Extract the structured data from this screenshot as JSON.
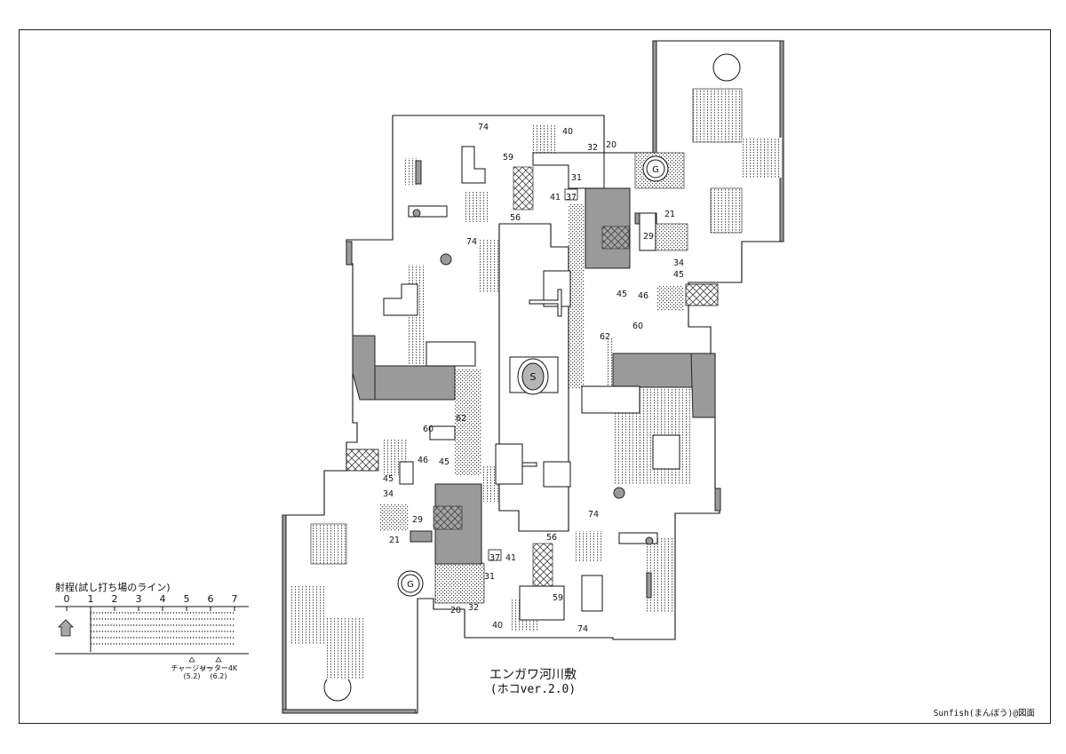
{
  "map": {
    "title": "エンガワ河川敷",
    "subtitle": "(ホコver.2.0)",
    "credit": "Sunfish(まんぼう)@図面",
    "markers": {
      "spawn_center": "S",
      "goal_top": "G",
      "goal_bottom": "G"
    },
    "distance_labels_top": [
      "74",
      "40",
      "32",
      "20",
      "59",
      "31",
      "41",
      "37",
      "56",
      "74",
      "21",
      "29",
      "34",
      "45",
      "45",
      "46",
      "62",
      "60"
    ],
    "distance_labels_bottom": [
      "62",
      "60",
      "46",
      "45",
      "45",
      "34",
      "29",
      "21",
      "74",
      "56",
      "37",
      "41",
      "31",
      "59",
      "20",
      "32",
      "40",
      "74"
    ]
  },
  "scale": {
    "title": "射程(試し打ち場のライン)",
    "ticks": [
      "0",
      "1",
      "2",
      "3",
      "4",
      "5",
      "6",
      "7"
    ],
    "markers": [
      {
        "name": "チャージャー",
        "value": "(5.2)"
      },
      {
        "name": "リッター4K",
        "value": "(6.2)"
      }
    ]
  },
  "colors": {
    "wall": "#111111",
    "dark_fill": "#9a9a9a",
    "mid_fill": "#c9c9c9",
    "background": "#ffffff"
  }
}
